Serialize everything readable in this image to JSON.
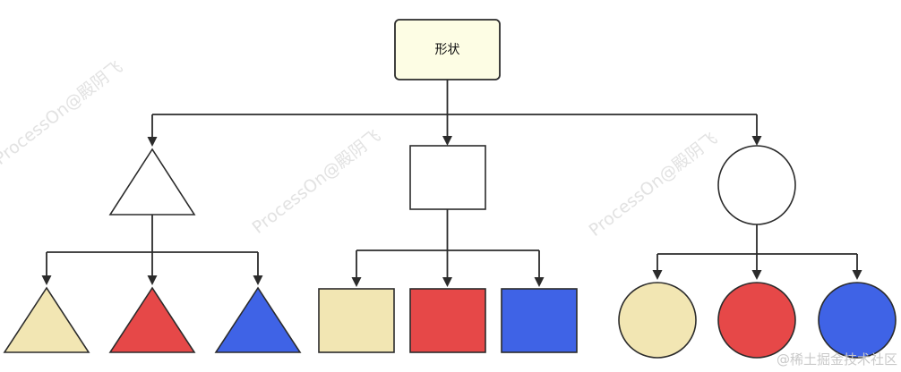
{
  "root": {
    "label": "形状"
  },
  "watermarks": [
    "ProcessOn@殿阴飞",
    "ProcessOn@殿阴飞",
    "ProcessOn@殿阴飞"
  ],
  "credit": "@稀土掘金技术社区",
  "shape_types": [
    "triangle",
    "square",
    "circle"
  ],
  "colors": {
    "white": "#ffffff",
    "yellow": "#f2e6b3",
    "red": "#e64848",
    "blue": "#3f63e6"
  }
}
